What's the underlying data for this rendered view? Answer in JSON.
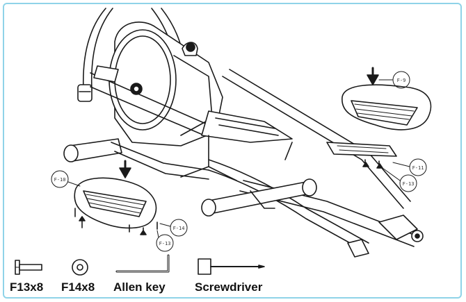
{
  "callouts": {
    "f9": "F-9",
    "f10": "F-10",
    "f11": "F-11",
    "f13_right": "F-13",
    "f13_left": "F-13",
    "f14": "F-14"
  },
  "tools": {
    "bolt": "F13x8",
    "washer": "F14x8",
    "allen_key": "Allen key",
    "screwdriver": "Screwdriver"
  },
  "colors": {
    "line": "#1a1a1a",
    "border": "#8fd3e8"
  }
}
